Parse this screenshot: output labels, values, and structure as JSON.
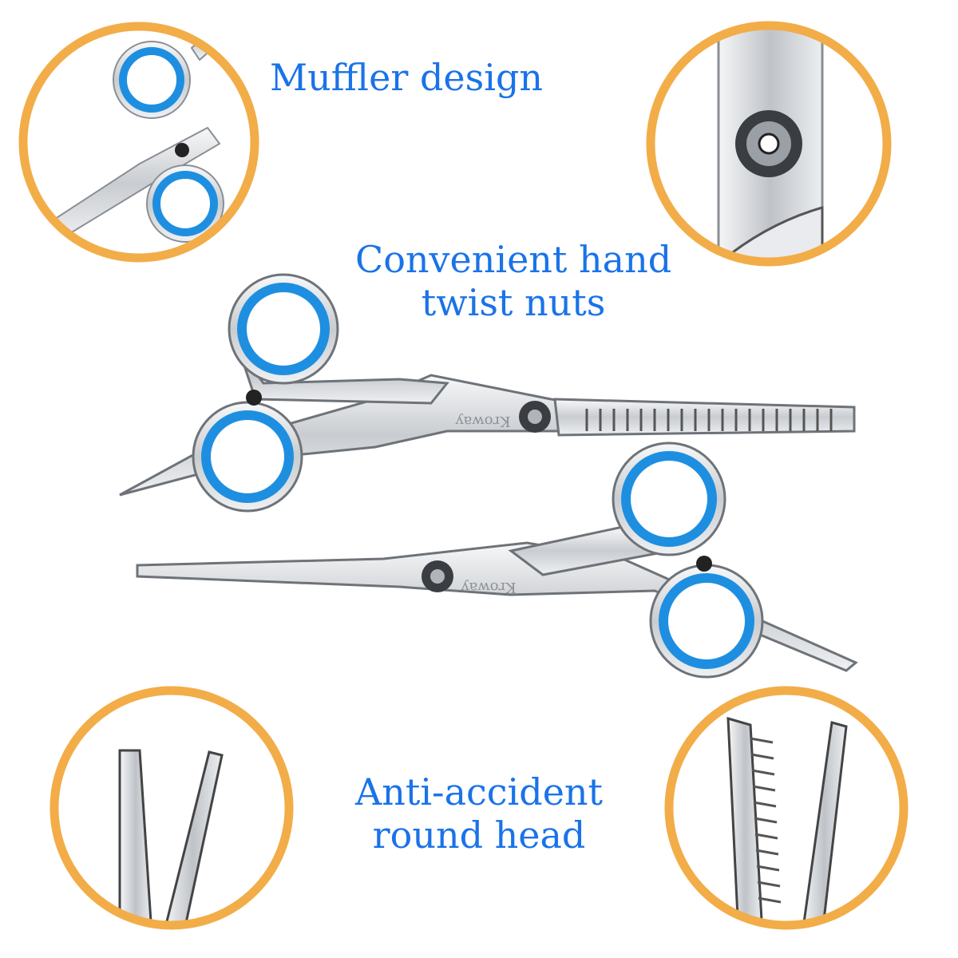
{
  "callouts": {
    "muffler": "Muffler design",
    "nuts_line1": "Convenient hand",
    "nuts_line2": "twist nuts",
    "round_line1": "Anti-accident",
    "round_line2": "round head"
  },
  "brand_engraving": "Kroway",
  "colors": {
    "ring": "#f2ad48",
    "accent_text": "#1a73e8",
    "finger_ring": "#1e8fe0",
    "steel": "#d4d7db"
  },
  "icons": [
    "muffler-detail",
    "screw-detail",
    "blade-tip-detail",
    "thinning-teeth-detail",
    "hair-cutting-scissors",
    "thinning-scissors"
  ]
}
